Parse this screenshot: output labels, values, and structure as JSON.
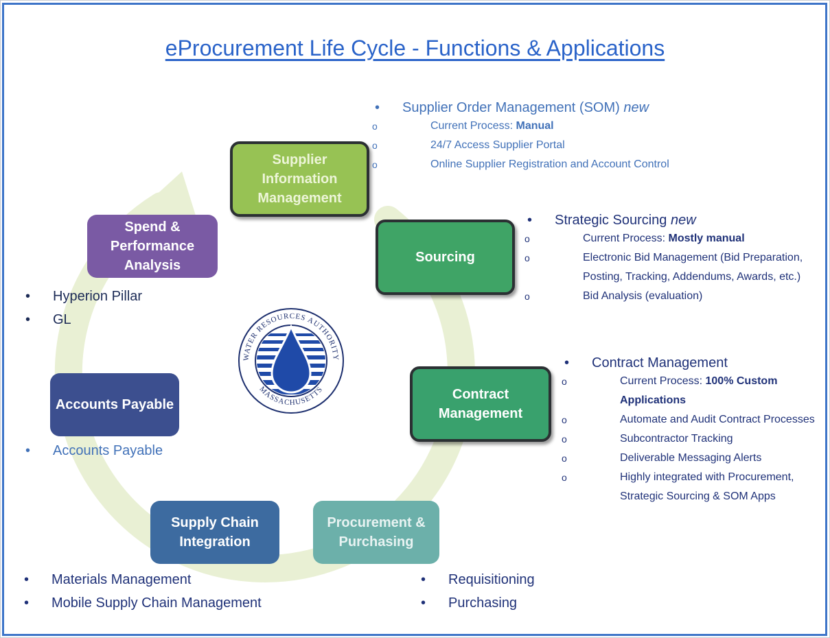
{
  "title": "eProcurement  Life Cycle - Functions & Applications",
  "boxes": {
    "supplier_information_management": "Supplier Information Management",
    "sourcing": "Sourcing",
    "contract_management": "Contract Management",
    "procurement_purchasing": "Procurement & Purchasing",
    "supply_chain_integration": "Supply Chain Integration",
    "accounts_payable": "Accounts Payable",
    "spend_performance_analysis": "Spend & Performance Analysis"
  },
  "som": {
    "heading": "Supplier Order Management (SOM)",
    "tag": "new",
    "items": {
      "current_label": "Current Process:",
      "current_value": "Manual",
      "portal": "24/7 Access Supplier Portal",
      "registration": "Online Supplier Registration and Account Control"
    }
  },
  "strategic": {
    "heading": "Strategic Sourcing",
    "tag": "new",
    "items": {
      "current_label": "Current Process:",
      "current_value": "Mostly manual",
      "bid_mgmt": "Electronic Bid Management (Bid Preparation, Posting, Tracking, Addendums, Awards, etc.)",
      "bid_analysis": "Bid Analysis (evaluation)"
    }
  },
  "contract": {
    "heading": "Contract Management",
    "items": {
      "current_label": "Current Process:",
      "current_value": "100% Custom Applications",
      "automate": "Automate and Audit Contract Processes",
      "subcontractor": "Subcontractor Tracking",
      "messaging": "Deliverable Messaging Alerts",
      "integrated": "Highly integrated with Procurement, Strategic Sourcing & SOM Apps"
    }
  },
  "spend_items": [
    "Hyperion Pillar",
    "GL"
  ],
  "ap_items": [
    "Accounts Payable"
  ],
  "supply_items": [
    "Materials Management",
    "Mobile Supply Chain Management"
  ],
  "proc_items": [
    "Requisitioning",
    "Purchasing"
  ],
  "logo": {
    "top_text": "WATER RESOURCES AUTHORITY",
    "bottom_text": "MASSACHUSETTS"
  },
  "colors": {
    "title": "#2a63c9",
    "supplier_box": "#97c254",
    "sourcing_box": "#3fa466",
    "contract_box": "#39a16d",
    "procurement_box": "#6cb0aa",
    "supply_chain_box": "#3d6ba0",
    "accounts_payable_box": "#3c4f8f",
    "spend_box": "#7a5aa4",
    "cycle_arrow": "#e9f0d4",
    "logo_blue": "#1f4aa8"
  }
}
